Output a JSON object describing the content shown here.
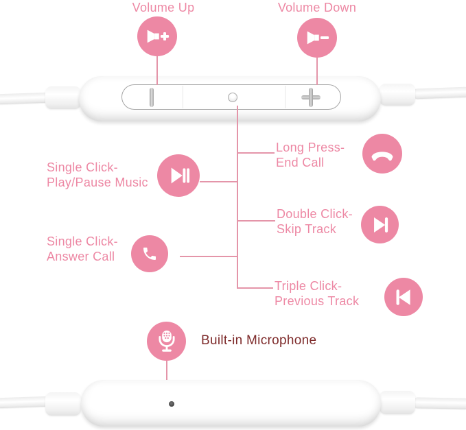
{
  "colors": {
    "accent_pink": "#ED88A4",
    "connector_line_pink": "#E495A9",
    "mic_label_dark_red": "#7E2B2B"
  },
  "labels": {
    "volume_up": "Volume Up",
    "volume_down": "Volume Down",
    "built_in_microphone": "Built-in Microphone"
  },
  "callouts": {
    "play_pause": {
      "line1": "Single Click-",
      "line2": "Play/Pause Music",
      "icon": "play-pause-icon"
    },
    "answer_call": {
      "line1": "Single Click-",
      "line2": "Answer Call",
      "icon": "answer-call-icon"
    },
    "end_call": {
      "line1": "Long Press-",
      "line2": "End Call",
      "icon": "end-call-icon"
    },
    "skip_track": {
      "line1": "Double Click-",
      "line2": "Skip Track",
      "icon": "skip-next-icon"
    },
    "previous_track": {
      "line1": "Triple Click-",
      "line2": "Previous Track",
      "icon": "skip-previous-icon"
    }
  },
  "icons": {
    "volume_up": "speaker-plus-icon",
    "volume_down": "speaker-minus-icon",
    "microphone": "microphone-icon"
  },
  "remote": {
    "left_button_glyph": "|",
    "right_button_glyph": "+"
  }
}
